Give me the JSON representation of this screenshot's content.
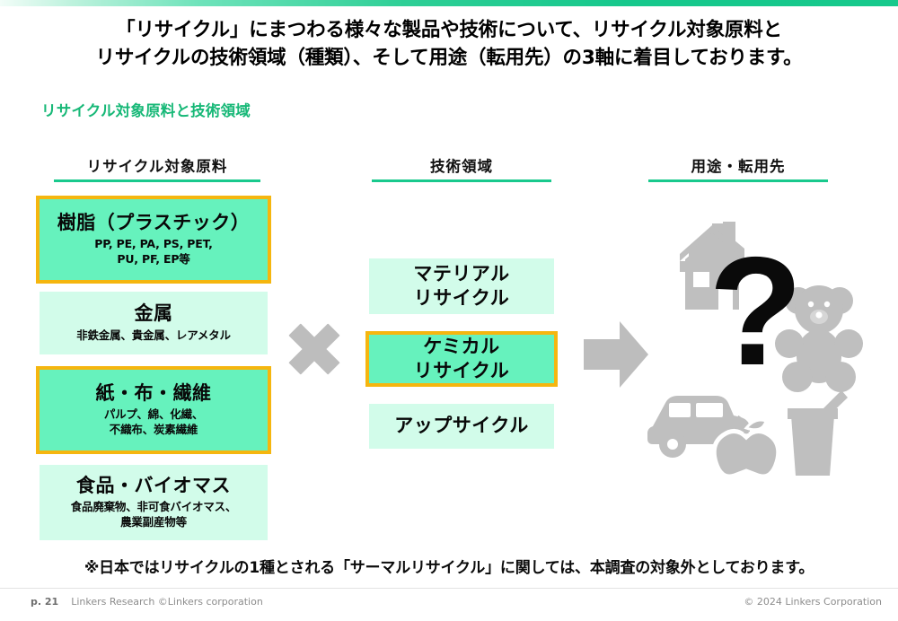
{
  "slide": {
    "headline_line1": "「リサイクル」にまつわる様々な製品や技術について、リサイクル対象原料と",
    "headline_line2": "リサイクルの技術領域（種類）、そして用途（転用先）の3軸に着目しております。",
    "section_heading": "リサイクル対象原料と技術領域",
    "footnote": "※日本ではリサイクルの1種とされる「サーマルリサイクル」に関しては、本調査の対象外としております。"
  },
  "columns": {
    "materials": {
      "header": "リサイクル対象原料",
      "items": [
        {
          "title": "樹脂（プラスチック）",
          "subtitle": "PP, PE, PA, PS, PET,\nPU, PF, EP等",
          "highlighted": true
        },
        {
          "title": "金属",
          "subtitle": "非鉄金属、貴金属、レアメタル",
          "highlighted": false
        },
        {
          "title": "紙・布・繊維",
          "subtitle": "パルプ、綿、化繊、\n不織布、炭素繊維",
          "highlighted": true
        },
        {
          "title": "食品・バイオマス",
          "subtitle": "食品廃棄物、非可食バイオマス、\n農業副産物等",
          "highlighted": false
        }
      ]
    },
    "technology": {
      "header": "技術領域",
      "items": [
        {
          "title": "マテリアル\nリサイクル",
          "highlighted": false
        },
        {
          "title": "ケミカル\nリサイクル",
          "highlighted": true
        },
        {
          "title": "アップサイクル",
          "highlighted": false
        }
      ]
    },
    "use": {
      "header": "用途・転用先",
      "question_mark": "?",
      "icons": [
        "house-icon",
        "teddy-bear-icon",
        "car-icon",
        "apple-icon",
        "drink-cup-icon"
      ]
    }
  },
  "operators": {
    "multiply": "multiply-x-icon",
    "arrow": "right-arrow-icon"
  },
  "footer": {
    "page": "p. 21",
    "source": "Linkers Research ©Linkers corporation",
    "copyright": "© 2024 Linkers Corporation"
  },
  "colors": {
    "accent_green": "#17c98d",
    "heading_green": "#17b877",
    "card_light": "#d2fcea",
    "card_highlight": "#66f2bd",
    "highlight_border": "#f5b60f",
    "icon_gray": "#bdbdbd"
  }
}
